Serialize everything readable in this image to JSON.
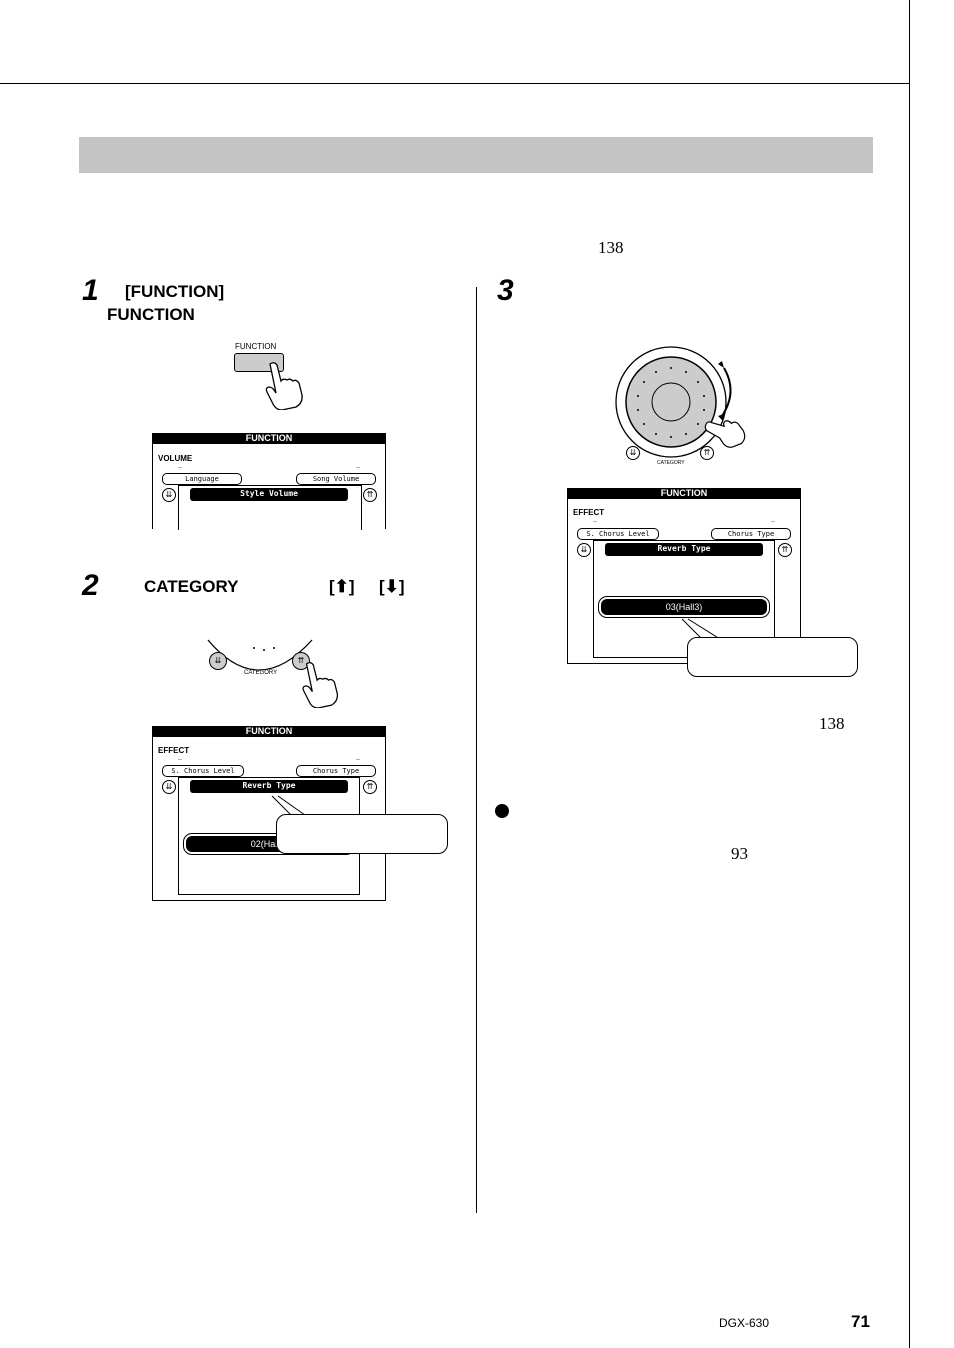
{
  "page_refs": {
    "ref_top": "138",
    "ref_right": "138",
    "ref_note": "93"
  },
  "steps": {
    "step1": {
      "num": "1",
      "line1": "[FUNCTION]",
      "line2": "FUNCTION"
    },
    "step2": {
      "num": "2",
      "category": "CATEGORY",
      "up_btn": "[⬆]",
      "down_btn": "[⬇]"
    },
    "step3": {
      "num": "3"
    }
  },
  "illustrations": {
    "function_button_label": "FUNCTION",
    "category_label": "CATEGORY"
  },
  "lcd1": {
    "header": "FUNCTION",
    "mode": "VOLUME",
    "left": "Language",
    "right": "Song Volume",
    "center": "Style Volume"
  },
  "lcd2": {
    "header": "FUNCTION",
    "mode": "EFFECT",
    "left": "S. Chorus Level",
    "right": "Chorus Type",
    "center": "Reverb Type",
    "value": "02(Hall2)"
  },
  "lcd3": {
    "header": "FUNCTION",
    "mode": "EFFECT",
    "left": "S. Chorus Level",
    "right": "Chorus Type",
    "center": "Reverb Type",
    "value": "03(Hall3)"
  },
  "footer": {
    "model": "DGX-630",
    "page": "71"
  }
}
